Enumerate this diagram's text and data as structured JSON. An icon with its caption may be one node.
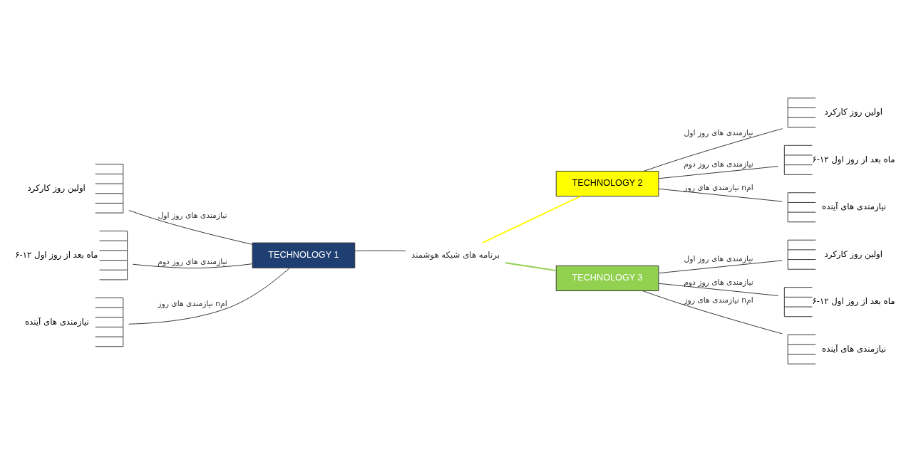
{
  "diagram": {
    "nodes": [
      {
        "text": [
          "برنامه های شبکه هوشمند"
        ]
      },
      {
        "text": [
          "TECHNOLOGY 1"
        ]
      },
      {
        "text": [
          "TECHNOLOGY 2"
        ]
      },
      {
        "text": [
          "TECHNOLOGY 3"
        ]
      },
      {
        "text": [
          "اولین روز کارکرد"
        ]
      },
      {
        "text": [
          "۶-۱۲ ماه بعد از روز اول"
        ]
      },
      {
        "text": [
          "نیازمندی های آینده"
        ]
      },
      {
        "text": [
          "اولین روز کارکرد"
        ]
      },
      {
        "text": [
          "۶-۱۲ ماه بعد از روز اول"
        ]
      },
      {
        "text": [
          "نیازمندی های آینده"
        ]
      },
      {
        "text": [
          "اولین روز کارکرد"
        ]
      },
      {
        "text": [
          "۶-۱۲ ماه بعد از روز اول"
        ]
      },
      {
        "text": [
          "نیازمندی های آینده"
        ]
      }
    ],
    "edges": [
      {
        "from": 0,
        "to": 1,
        "arrow": "none"
      },
      {
        "from": 0,
        "to": 2,
        "arrow": "none",
        "color": "#ffff00"
      },
      {
        "from": 0,
        "to": 3,
        "arrow": "none",
        "color": "#92d050"
      },
      {
        "from": 1,
        "to": 4,
        "arrow": "none",
        "label": "نیازمندی های روز اول"
      },
      {
        "from": 1,
        "to": 5,
        "arrow": "none",
        "label": "نیازمندی های روز دوم"
      },
      {
        "from": 1,
        "to": 6,
        "arrow": "none",
        "label": "نیازمندی های روز nام"
      },
      {
        "from": 2,
        "to": 7,
        "arrow": "none",
        "label": "نیازمندی های روز اول"
      },
      {
        "from": 2,
        "to": 8,
        "arrow": "none",
        "label": "نیازمندی های روز دوم"
      },
      {
        "from": 2,
        "to": 9,
        "arrow": "none",
        "label": "نیازمندی های روز nام"
      },
      {
        "from": 3,
        "to": 10,
        "arrow": "none",
        "label": "نیازمندی های روز اول"
      },
      {
        "from": 3,
        "to": 11,
        "arrow": "none",
        "label": "نیازمندی های روز دوم"
      },
      {
        "from": 3,
        "to": 12,
        "arrow": "none",
        "label": "نیازمندی های روز nام"
      }
    ]
  }
}
